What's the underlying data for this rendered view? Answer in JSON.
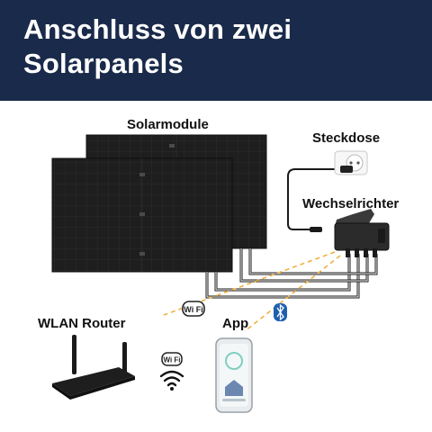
{
  "title": {
    "line1": "Anschluss von zwei",
    "line2": "Solarpanels"
  },
  "labels": {
    "solar_modules": "Solarmodule",
    "socket": "Steckdose",
    "inverter": "Wechselrichter",
    "router": "WLAN Router",
    "app": "App",
    "wifi_badge": "Wi Fi"
  },
  "colors": {
    "header_bg": "#1a2a4a",
    "panel": "#1c1c1c",
    "cable": "#1a1a1a",
    "signal_dash": "#f0b040",
    "bluetooth": "#1f5fb0"
  },
  "icons": [
    "wifi-badge-icon",
    "wifi-signal-icon",
    "bluetooth-icon",
    "socket-icon",
    "router-icon",
    "smartphone-icon",
    "inverter-icon"
  ]
}
